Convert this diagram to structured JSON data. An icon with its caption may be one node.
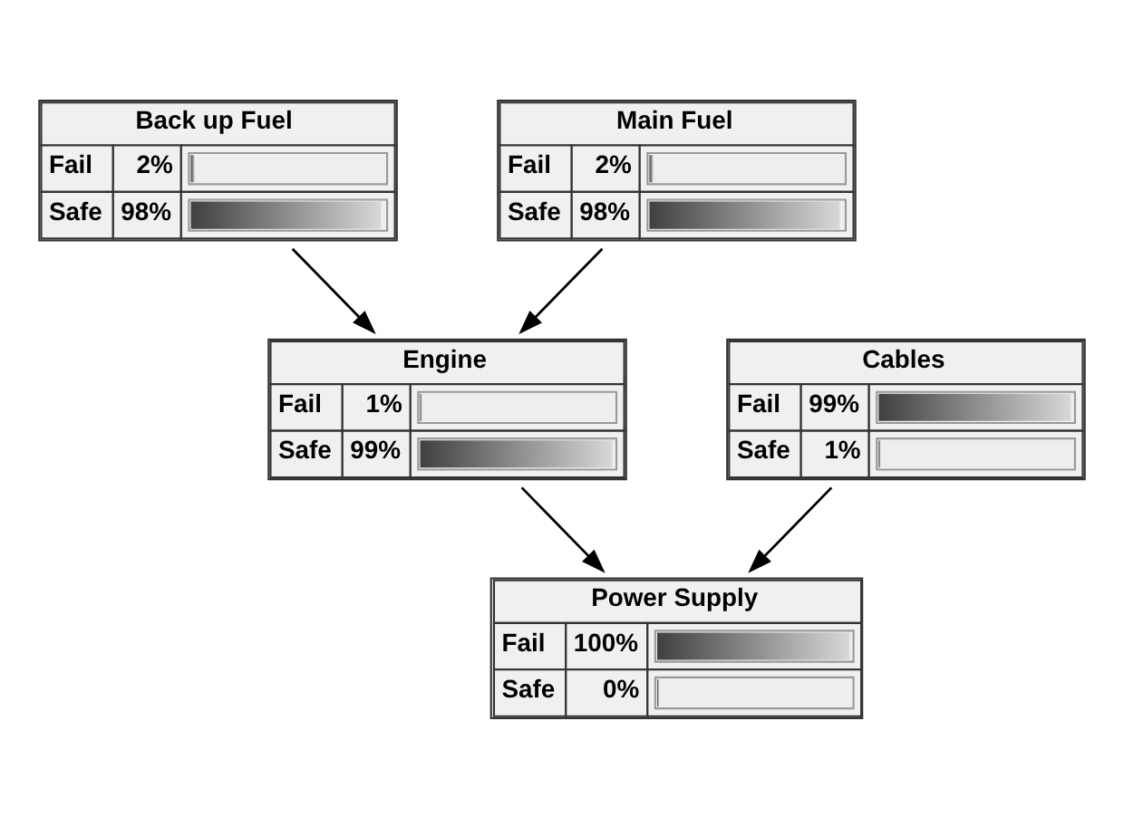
{
  "diagram": {
    "nodes": [
      {
        "text": [
          "Back up Fuel",
          "Fail",
          "2%",
          "Safe",
          "98%"
        ]
      },
      {
        "text": [
          "Main Fuel",
          "Fail",
          "2%",
          "Safe",
          "98%"
        ]
      },
      {
        "text": [
          "Engine",
          "Fail",
          "1%",
          "Safe",
          "99%"
        ]
      },
      {
        "text": [
          "Cables",
          "Fail",
          "99%",
          "Safe",
          "1%"
        ]
      },
      {
        "text": [
          "Power Supply",
          "Fail",
          "100%",
          "Safe",
          "0%"
        ]
      }
    ],
    "edges": [
      {
        "from": 0,
        "to": 2,
        "arrow": "to"
      },
      {
        "from": 1,
        "to": 2,
        "arrow": "to"
      },
      {
        "from": 2,
        "to": 4,
        "arrow": "to"
      },
      {
        "from": 3,
        "to": 4,
        "arrow": "to"
      }
    ]
  }
}
